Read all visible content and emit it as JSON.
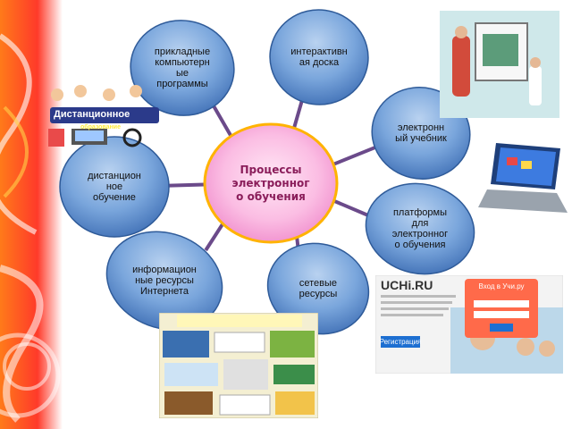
{
  "diagram": {
    "center": {
      "label": "Процессы\nэлектронног\nо обучения"
    },
    "nodes": [
      {
        "id": "applied-programs",
        "label": "прикладные\nкомпьютерн\nые\nпрограммы"
      },
      {
        "id": "interactive-board",
        "label": "интерактивн\nая доска"
      },
      {
        "id": "e-textbook",
        "label": "электронн\nый учебник"
      },
      {
        "id": "platforms",
        "label": "платформы\nдля\nэлектронног\nо обучения"
      },
      {
        "id": "network-resources",
        "label": "сетевые\nресурсы"
      },
      {
        "id": "internet-resources",
        "label": "информацион\nные ресурсы\nИнтернета"
      },
      {
        "id": "distance-learning",
        "label": "дистанцион\nное\nобучение"
      }
    ]
  },
  "illustrations": {
    "distance_logo_title": "Дистанционное",
    "distance_logo_sub": "образование",
    "uchi_logo": "UCHi.RU",
    "uchi_login_title": "Вход в Учи.ру",
    "uchi_register": "Регистрация"
  },
  "colors": {
    "node_fill": "#4f83c7",
    "center_fill": "#f49ad2",
    "center_text": "#8a1d5a",
    "connector": "#6b4a8a"
  }
}
